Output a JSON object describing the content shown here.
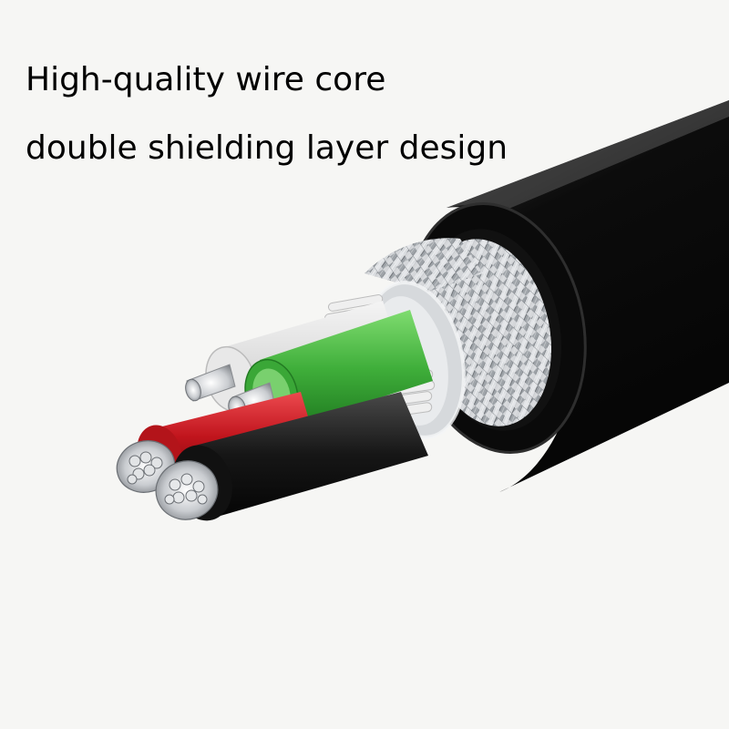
{
  "headline": {
    "line1": "High-quality wire core",
    "line2": "double shielding layer design"
  },
  "illustration": {
    "subject": "cable-cross-section",
    "components": [
      "outer-jacket",
      "braided-shield",
      "foil-shield",
      "white-wire",
      "green-wire",
      "red-wire",
      "black-wire",
      "filler-strands"
    ],
    "colors": {
      "background": "#f6f6f4",
      "jacket": "#0d0d0d",
      "braid": "#b9bdc2",
      "foil": "#d9dcdf",
      "white_wire": "#e4e4e4",
      "green_wire": "#3fae3a",
      "red_wire": "#c0141c",
      "black_wire": "#141414",
      "copper_core": "#cfd2d6"
    }
  }
}
